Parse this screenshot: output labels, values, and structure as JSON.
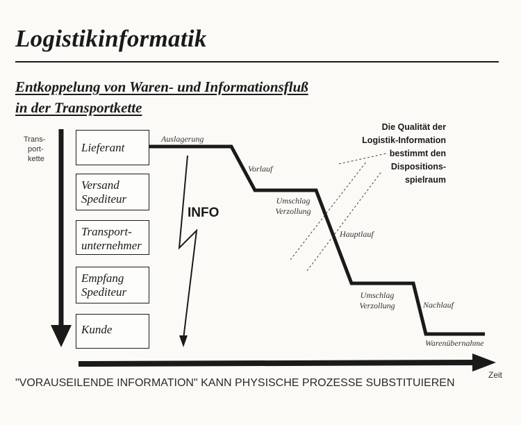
{
  "title": "Logistikinformatik",
  "subtitle": {
    "line1": "Entkoppelung von Waren- und Informationsfluß",
    "line2": "in der Transportkette"
  },
  "axis": {
    "vertical": [
      "Trans-",
      "port-",
      "kette"
    ],
    "horizontal": "Zeit"
  },
  "chain_boxes": [
    [
      "Lieferant"
    ],
    [
      "Versand",
      "Spediteur"
    ],
    [
      "Transport-",
      "unternehmer"
    ],
    [
      "Empfang",
      "Spediteur"
    ],
    [
      "Kunde"
    ]
  ],
  "info_label": "INFO",
  "flow_labels": {
    "auslagerung": "Auslagerung",
    "vorlauf": "Vorlauf",
    "umschlag1": [
      "Umschlag",
      "Verzollung"
    ],
    "hauptlauf": "Hauptlauf",
    "umschlag2": [
      "Umschlag",
      "Verzollung"
    ],
    "nachlauf": "Nachlauf",
    "warenuebernahme": "Warenübernahme"
  },
  "quality_note": [
    "Die Qualität der",
    "Logistik-Information",
    "bestimmt den",
    "Dispositions-",
    "spielraum"
  ],
  "caption": "\"VORAUSEILENDE INFORMATION\" KANN PHYSISCHE PROZESSE SUBSTITUIEREN"
}
